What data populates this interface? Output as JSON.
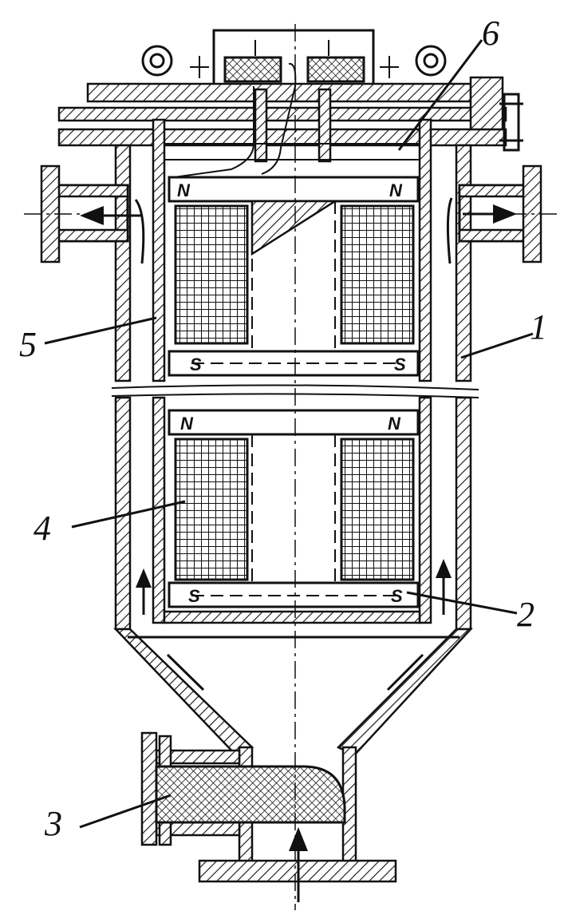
{
  "callouts": {
    "c1": "1",
    "c2": "2",
    "c3": "3",
    "c4": "4",
    "c5": "5",
    "c6": "6"
  },
  "poles": {
    "north": "N",
    "south": "S"
  },
  "colors": {
    "ink": "#111111",
    "paper": "#ffffff"
  }
}
